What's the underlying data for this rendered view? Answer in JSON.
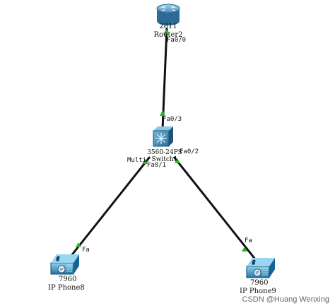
{
  "devices": {
    "router": {
      "model": "2811",
      "name": "Router2"
    },
    "switch": {
      "model": "3560-24PS",
      "name": "Switch1"
    },
    "phone8": {
      "model": "7960",
      "name": "IP Phone8"
    },
    "phone9": {
      "model": "7960",
      "name": "IP Phone9"
    }
  },
  "links": {
    "router_switch": {
      "router_port": "Fa0/0",
      "switch_port": "Fa0/3"
    },
    "switch_phone8": {
      "switch_port": "Fa0/1",
      "switch_port_prefix": "Multi",
      "phone_port": "Fa"
    },
    "switch_phone9": {
      "switch_port": "Fa0/2",
      "phone_port": "Fa"
    }
  },
  "colors": {
    "link": "#111111",
    "link_status": "#27b52a",
    "router_body": "#3d86b3",
    "switch_body": "#2f7fa8",
    "phone_body": "#1f86b8"
  },
  "watermark": "CSDN @Huang Wenxing"
}
